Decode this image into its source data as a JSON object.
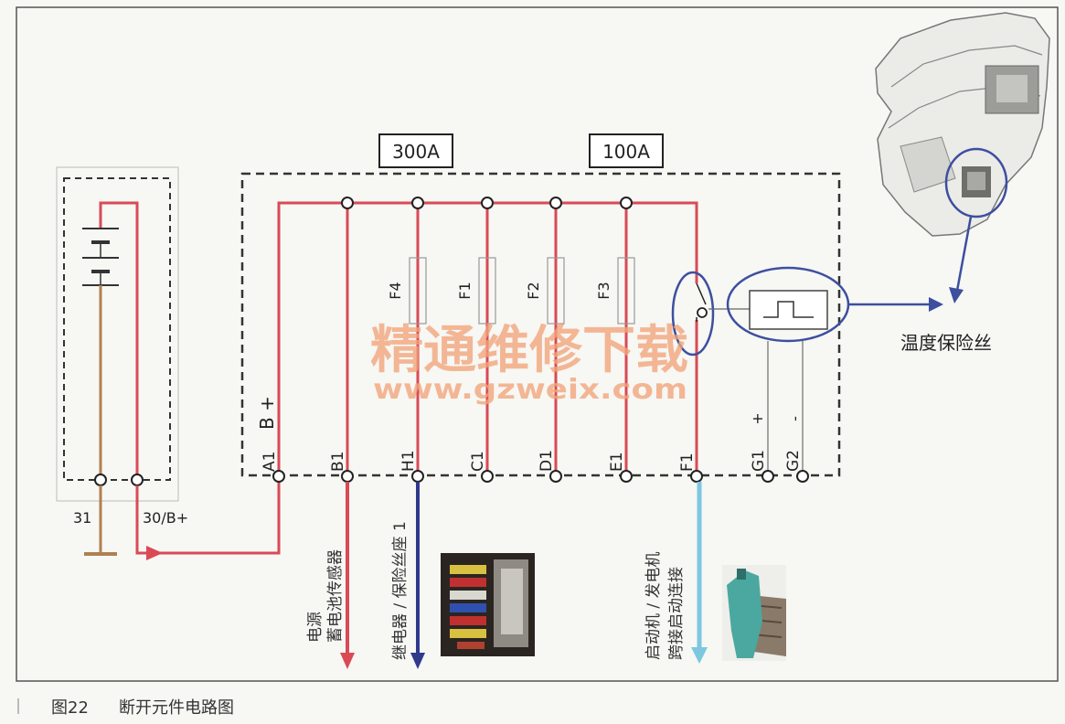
{
  "figure": {
    "caption_number": "图22",
    "caption_title": "断开元件电路图"
  },
  "battery": {
    "terminal_ground": "31",
    "terminal_positive": "30/B+"
  },
  "fuse_box": {
    "ratings": [
      "300A",
      "100A"
    ],
    "supply_label": "B +",
    "fuses": [
      "F4",
      "F1",
      "F2",
      "F3"
    ],
    "terminals": [
      "A1",
      "B1",
      "H1",
      "C1",
      "D1",
      "E1",
      "F1",
      "G1",
      "G2"
    ],
    "thermal_polarity": [
      "+",
      "-"
    ]
  },
  "outputs": {
    "b1_label_line1": "电源",
    "b1_label_line2": "蓄电池传感器",
    "h1_label": "继电器 / 保险丝座 1",
    "f1_label_line1": "启动机 / 发电机",
    "f1_label_line2": "跨接启动连接"
  },
  "callout": {
    "thermal_fuse_label": "温度保险丝"
  },
  "watermark": {
    "title": "精通维修下载",
    "url": "www.gzweix.com"
  },
  "colors": {
    "wire_red": "#d94a55",
    "wire_navy": "#2f3a8c",
    "wire_light_blue": "#7cc8df",
    "ground_brown": "#b08050",
    "callout_blue": "#3d4f9f",
    "watermark_orange": "#f2a57a"
  }
}
